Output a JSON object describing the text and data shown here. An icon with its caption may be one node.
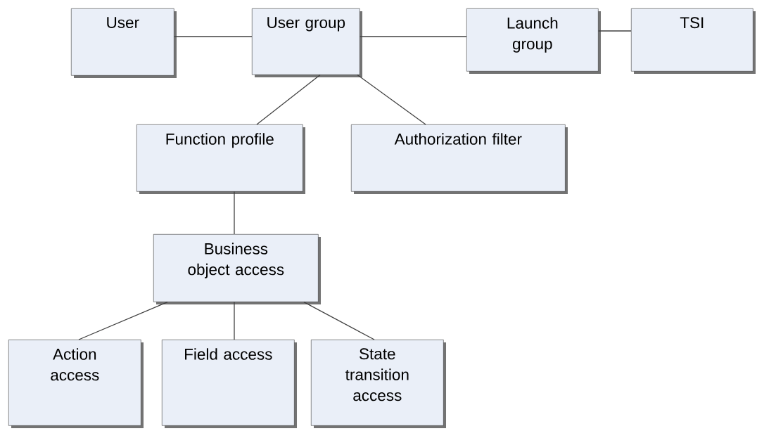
{
  "diagram": {
    "nodes": [
      {
        "text": [
          "User"
        ]
      },
      {
        "text": [
          "User group"
        ]
      },
      {
        "text": [
          "Launch group"
        ]
      },
      {
        "text": [
          "TSI"
        ]
      },
      {
        "text": [
          "Function profile"
        ]
      },
      {
        "text": [
          "Authorization filter"
        ]
      },
      {
        "text": [
          "Business object access"
        ]
      },
      {
        "text": [
          "Action access"
        ]
      },
      {
        "text": [
          "Field access"
        ]
      },
      {
        "text": [
          "State transition access"
        ]
      }
    ],
    "edges": [
      {
        "from": 0,
        "to": 1,
        "arrow": "none"
      },
      {
        "from": 1,
        "to": 2,
        "arrow": "none"
      },
      {
        "from": 2,
        "to": 3,
        "arrow": "none"
      },
      {
        "from": 1,
        "to": 4,
        "arrow": "none"
      },
      {
        "from": 1,
        "to": 5,
        "arrow": "none"
      },
      {
        "from": 4,
        "to": 6,
        "arrow": "none"
      },
      {
        "from": 6,
        "to": 7,
        "arrow": "none"
      },
      {
        "from": 6,
        "to": 8,
        "arrow": "none"
      },
      {
        "from": 6,
        "to": 9,
        "arrow": "none"
      }
    ]
  }
}
